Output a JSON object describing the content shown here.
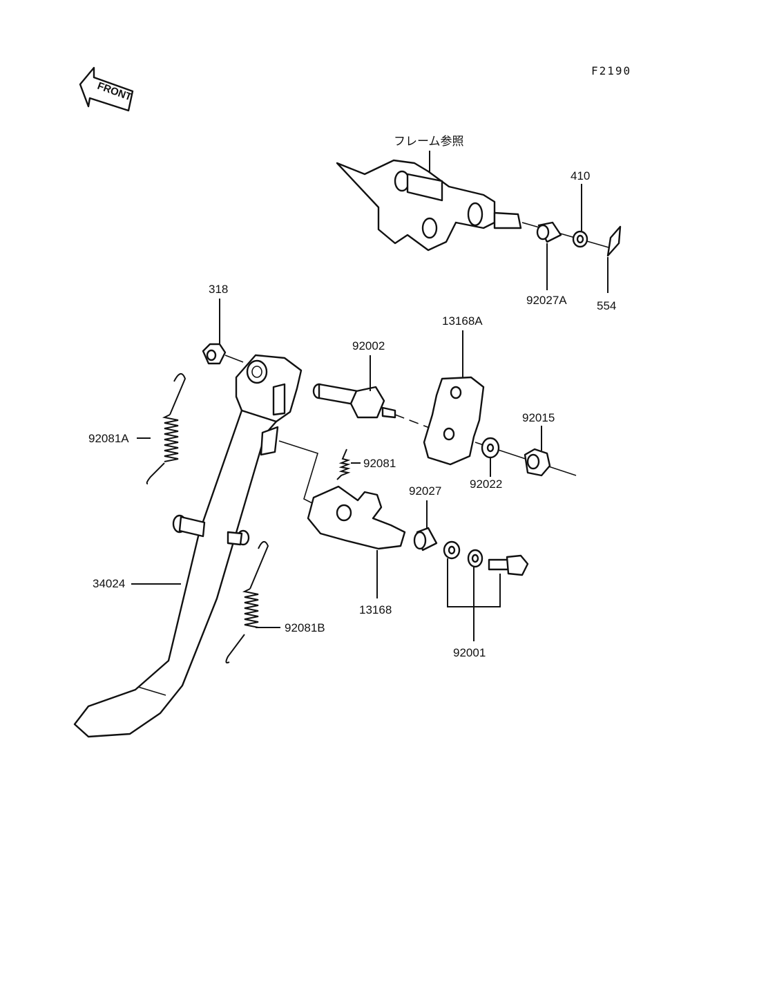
{
  "figure_code": "F2190",
  "front_label": "FRONT",
  "frame_reference": "フレーム参照",
  "parts": {
    "p410": "410",
    "p554": "554",
    "p92027A": "92027A",
    "p318": "318",
    "p92002": "92002",
    "p13168A": "13168A",
    "p92015": "92015",
    "p92022": "92022",
    "p92081A": "92081A",
    "p92081": "92081",
    "p92027": "92027",
    "p13168": "13168",
    "p34024": "34024",
    "p92081B": "92081B",
    "p92001": "92001"
  }
}
